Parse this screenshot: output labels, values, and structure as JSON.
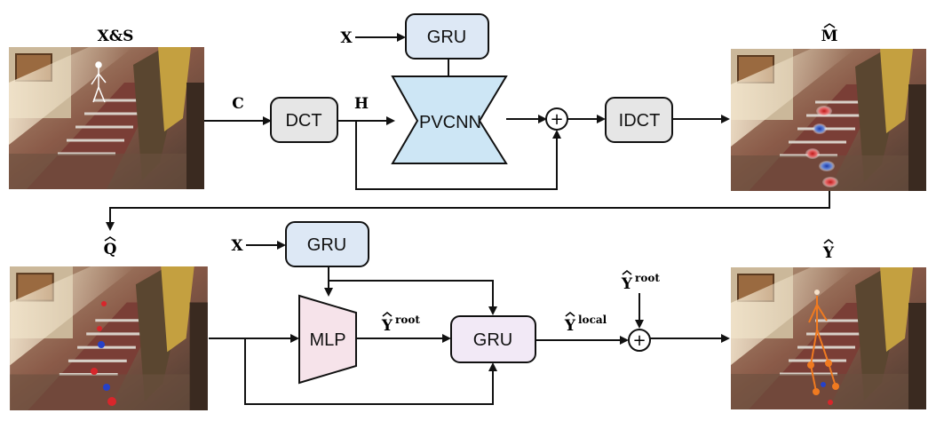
{
  "row1": {
    "input_image_label": "X&S",
    "c_label": "C",
    "x_label": "X",
    "h_label": "H",
    "gru_label": "GRU",
    "dct_label": "DCT",
    "pvcnn_label": "PVCNN",
    "idct_label": "IDCT",
    "output_image_label": "M",
    "plus_symbol": "+"
  },
  "row2": {
    "input_image_label": "Q",
    "x_label": "X",
    "gru_top_label": "GRU",
    "mlp_label": "MLP",
    "y_root_label": "Y",
    "y_root_sup": "root",
    "gru_mid_label": "GRU",
    "y_local_label": "Y",
    "y_local_sup": "local",
    "y_root_top_label": "Y",
    "y_root_top_sup": "root",
    "output_image_label": "Y",
    "plus_symbol": "+"
  },
  "colors": {
    "gru_fill": "#dde8f5",
    "dct_fill": "#e6e6e6",
    "pvcnn_fill": "#cde6f5",
    "mlp_fill": "#f6e3ea",
    "gru_mid_fill": "#f2e9f6",
    "stroke": "#111111",
    "marker_red": "#d8262b",
    "marker_blue": "#2641c8",
    "skeleton_orange": "#f07a20"
  },
  "icons": [
    "hat-icon",
    "arrow-icon",
    "plus-circle-icon"
  ]
}
